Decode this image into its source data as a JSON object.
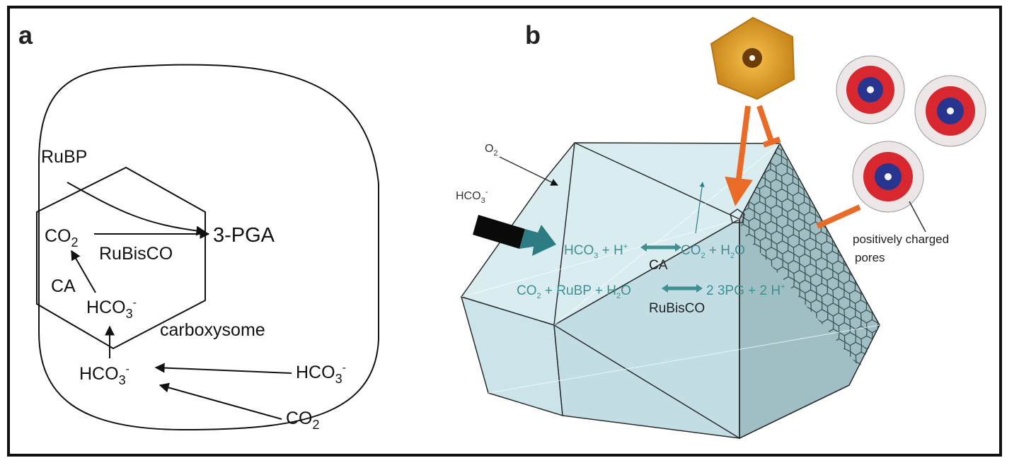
{
  "panel_a": {
    "label": "a",
    "rubp": "RuBP",
    "co2": "CO",
    "co2_sub": "2",
    "pga": "3-PGA",
    "rubisco": "RuBisCO",
    "ca": "CA",
    "hco3": "HCO",
    "hco3_sub": "3",
    "hco3_sup": "-",
    "carboxysome": "carboxysome",
    "hco3_inner": "HCO",
    "hco3_outer": "HCO",
    "co2_outer": "CO"
  },
  "panel_b": {
    "label": "b",
    "o2": "O",
    "o2_sub": "2",
    "hco3": "HCO",
    "hco3_sub": "3",
    "hco3_sup": "-",
    "reaction1_left": "HCO",
    "reaction1_mid": " + H",
    "reaction1_right_a": "CO",
    "reaction1_right_b": " + H",
    "reaction1_right_c": "O",
    "enzyme1": "CA",
    "reaction2_left": "CO",
    "reaction2_mid": " + RuBP + H",
    "reaction2_mid2": "O",
    "reaction2_right": "2 3PG + 2 H",
    "enzyme2": "RuBisCO",
    "pores_line1": "positively charged",
    "pores_line2": "pores"
  },
  "colors": {
    "shell_light": "#cfe6ec",
    "shell_dark": "#a9c8cc",
    "teal_text": "#3f8f93",
    "orange_arrow": "#ea6b27",
    "protein_orange": "#e8a52a",
    "charge_red": "#d8272f",
    "charge_blue": "#27358f"
  }
}
